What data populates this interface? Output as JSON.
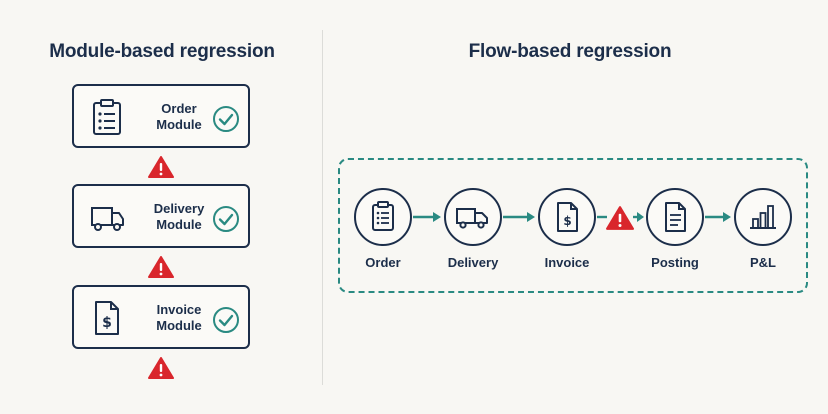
{
  "left": {
    "title": "Module-based regression",
    "modules": [
      {
        "line1": "Order",
        "line2": "Module",
        "icon": "clipboard-icon",
        "status": "check-icon"
      },
      {
        "line1": "Delivery",
        "line2": "Module",
        "icon": "truck-icon",
        "status": "check-icon"
      },
      {
        "line1": "Invoice",
        "line2": "Module",
        "icon": "invoice-icon",
        "status": "check-icon"
      }
    ],
    "warning_icon": "warning-icon"
  },
  "right": {
    "title": "Flow-based regression",
    "steps": [
      {
        "label": "Order",
        "icon": "clipboard-icon"
      },
      {
        "label": "Delivery",
        "icon": "truck-icon"
      },
      {
        "label": "Invoice",
        "icon": "invoice-icon"
      },
      {
        "label": "Posting",
        "icon": "document-icon"
      },
      {
        "label": "P&L",
        "icon": "bar-chart-icon"
      }
    ]
  },
  "colors": {
    "navy": "#1c2e4a",
    "teal": "#2a8a82",
    "red": "#d9262c",
    "background": "#f8f7f3"
  }
}
